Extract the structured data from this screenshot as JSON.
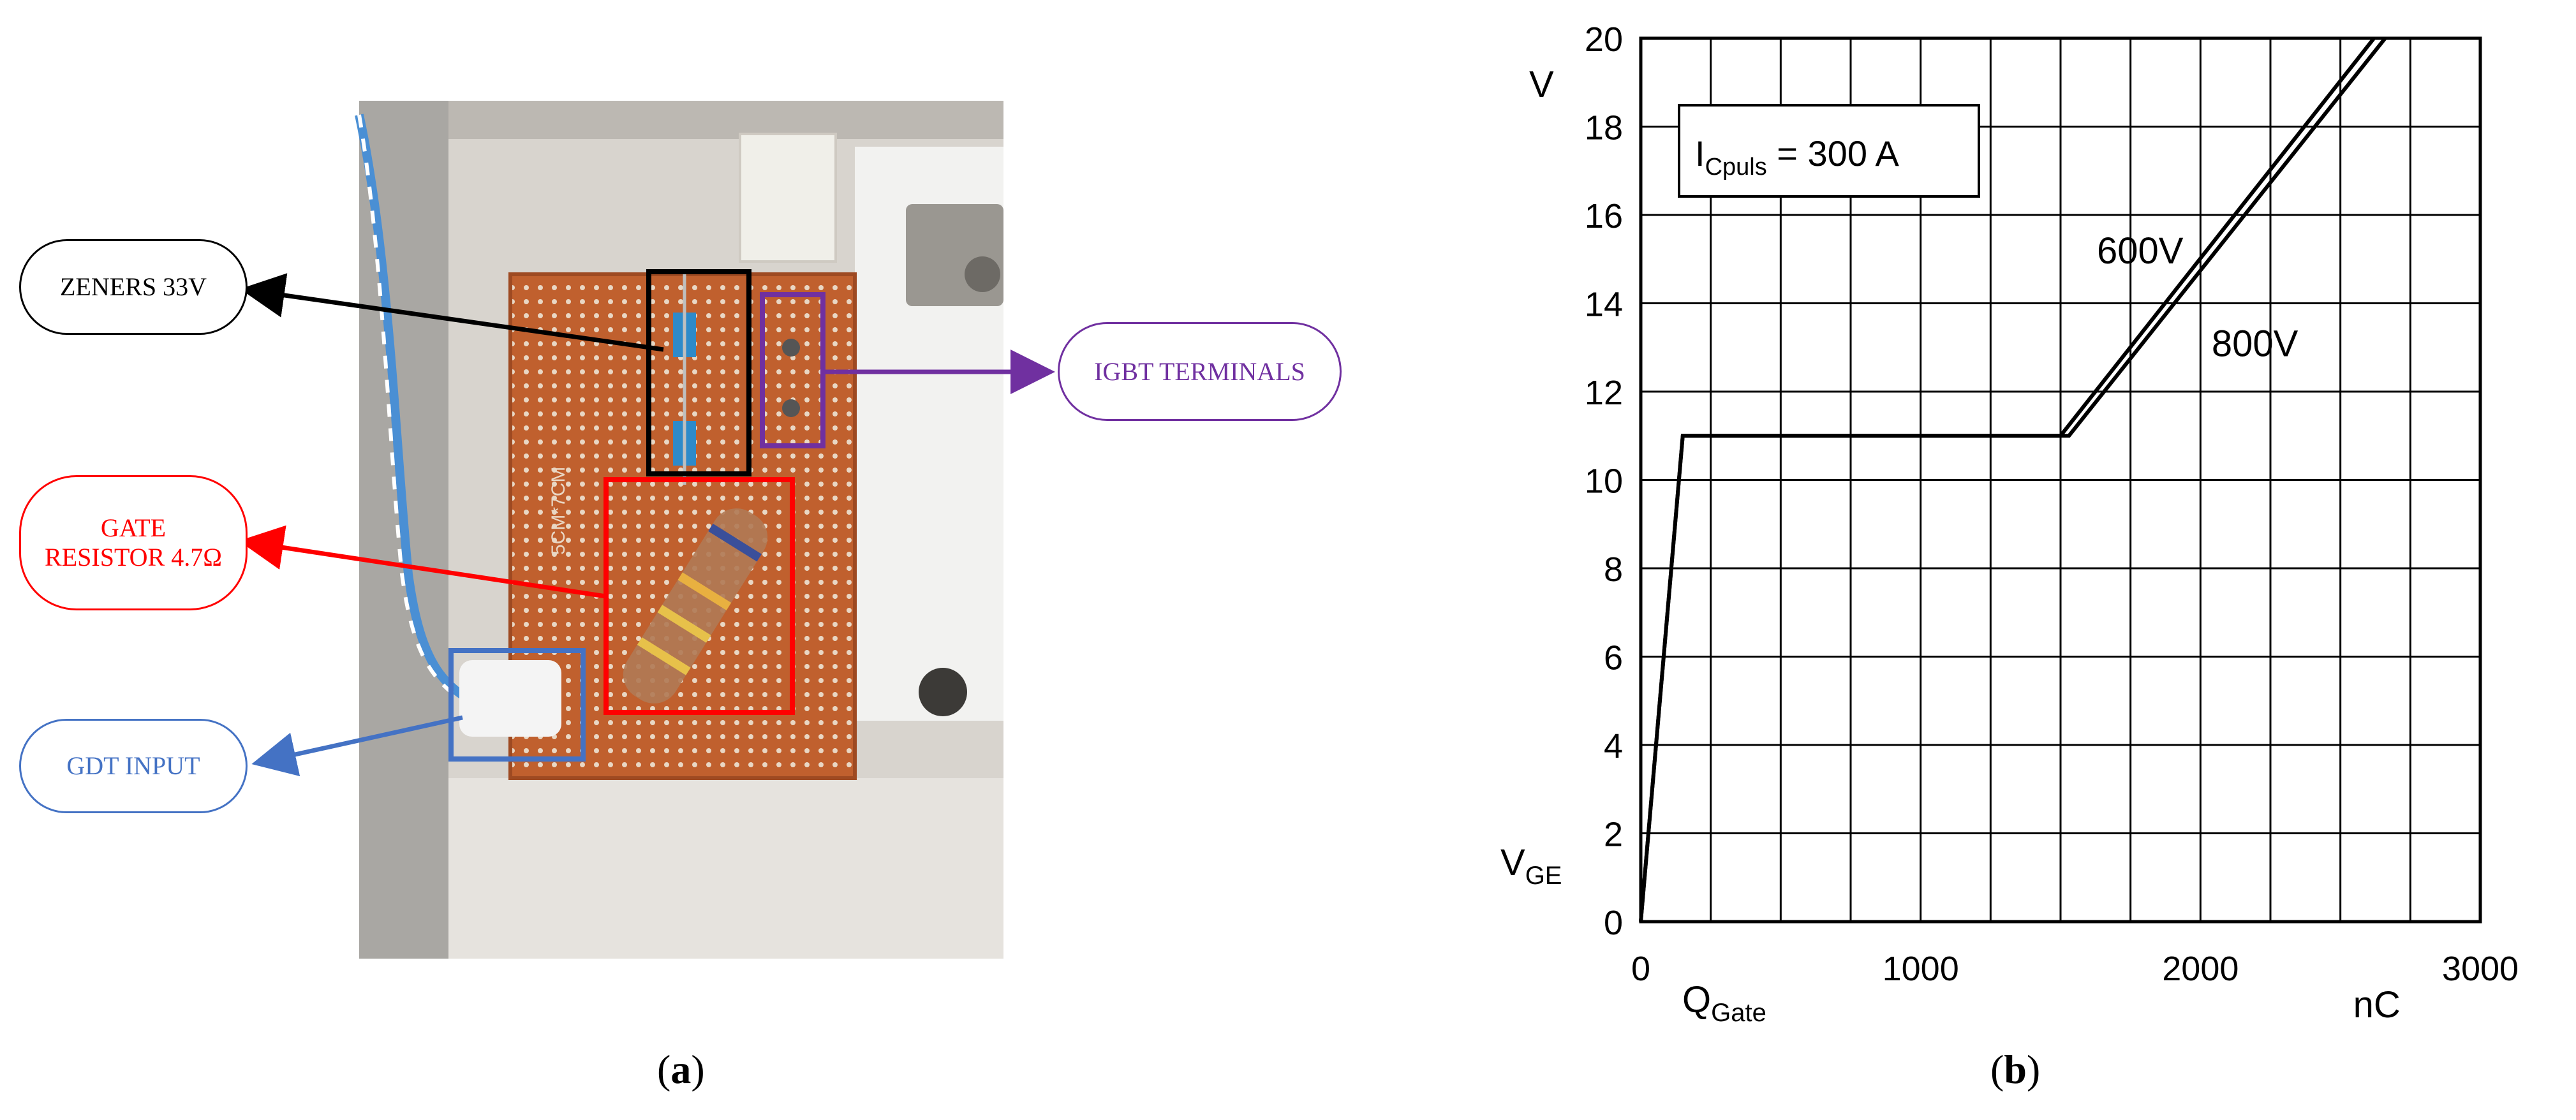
{
  "panel_a": {
    "caption_letter": "a",
    "callouts": [
      {
        "label": "ZENERS 33V",
        "color": "#000000"
      },
      {
        "label": "IGBT TERMINALS",
        "color": "#7030a0"
      },
      {
        "label": "GATE RESISTOR  4.7Ω",
        "color": "#ff0000"
      },
      {
        "label": "GDT INPUT",
        "color": "#4472c4"
      }
    ],
    "board_marking": "5CM*7CM"
  },
  "panel_b": {
    "caption_letter": "b"
  },
  "chart_data": {
    "type": "line",
    "xlim": [
      0,
      3000
    ],
    "ylim": [
      0,
      20
    ],
    "x_ticks": [
      "0",
      "1000",
      "2000",
      "3000"
    ],
    "y_ticks": [
      "0",
      "2",
      "4",
      "6",
      "8",
      "10",
      "12",
      "14",
      "16",
      "18",
      "20"
    ],
    "grid": true,
    "x_label_main": "Q",
    "x_label_sub": "Gate",
    "x_unit": "nC",
    "y_label_main": "V",
    "y_label_sub": "GE",
    "y_unit": "V",
    "legend_box": {
      "main": "I",
      "sub": "Cpuls",
      "rest": " = 300 A"
    },
    "series": [
      {
        "name": "600V",
        "x": [
          0,
          150,
          1500,
          2620
        ],
        "y": [
          0,
          11,
          11,
          20
        ]
      },
      {
        "name": "800V",
        "x": [
          0,
          150,
          1530,
          2660
        ],
        "y": [
          0,
          11,
          11,
          20
        ]
      }
    ]
  }
}
